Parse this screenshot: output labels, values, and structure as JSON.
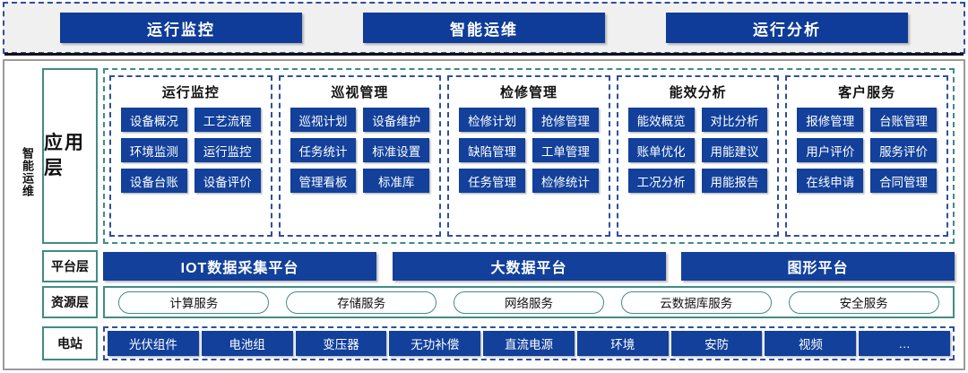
{
  "top_nav": {
    "buttons": [
      {
        "label": "运行监控"
      },
      {
        "label": "智能运维"
      },
      {
        "label": "运行分析"
      }
    ]
  },
  "side": {
    "vertical_title": "智能运维",
    "layers": {
      "application": "应用层",
      "platform": "平台层",
      "resource": "资源层",
      "station": "电站"
    }
  },
  "application_layer": {
    "groups": [
      {
        "title": "运行监控",
        "items": [
          "设备概况",
          "工艺流程",
          "环境监测",
          "运行监控",
          "设备台账",
          "设备评价"
        ]
      },
      {
        "title": "巡视管理",
        "items": [
          "巡视计划",
          "设备维护",
          "任务统计",
          "标准设置",
          "管理看板",
          "标准库"
        ]
      },
      {
        "title": "检修管理",
        "items": [
          "检修计划",
          "抢修管理",
          "缺陷管理",
          "工单管理",
          "任务管理",
          "检修统计"
        ]
      },
      {
        "title": "能效分析",
        "items": [
          "能效概览",
          "对比分析",
          "账单优化",
          "用能建议",
          "工况分析",
          "用能报告"
        ]
      },
      {
        "title": "客户服务",
        "items": [
          "报修管理",
          "台账管理",
          "用户评价",
          "服务评价",
          "在线申请",
          "合同管理"
        ]
      }
    ]
  },
  "platform_layer": {
    "items": [
      "IOT数据采集平台",
      "大数据平台",
      "图形平台"
    ]
  },
  "resource_layer": {
    "items": [
      "计算服务",
      "存储服务",
      "网络服务",
      "云数据库服务",
      "安全服务"
    ]
  },
  "station_layer": {
    "items": [
      "光伏组件",
      "电池组",
      "变压器",
      "无功补偿",
      "直流电源",
      "环境",
      "安防",
      "视频",
      "…"
    ]
  },
  "colors": {
    "primary_blue": "#12409b",
    "top_button_blue": "#0f3c98",
    "teal_border": "#3f8c86",
    "dashed_blue": "#2c4fa0",
    "band_background": "#f0f0f0",
    "frame_border": "#9a9a9a"
  }
}
